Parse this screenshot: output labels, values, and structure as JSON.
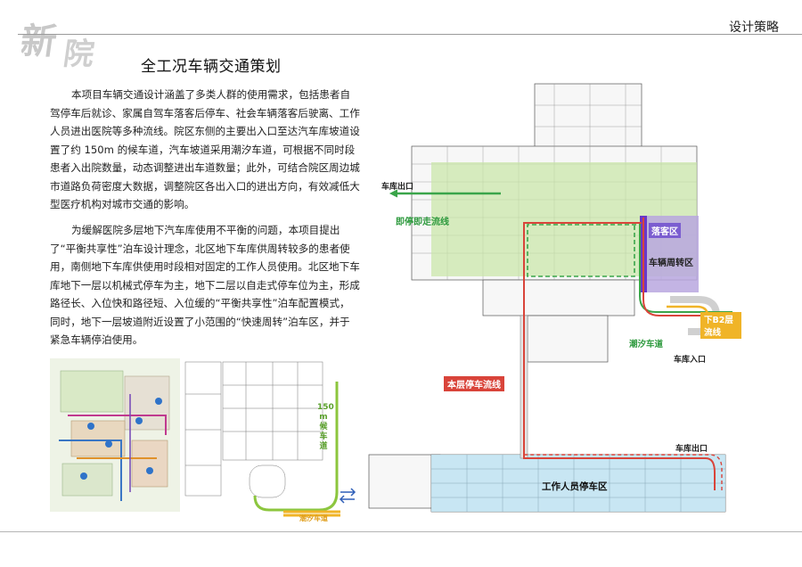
{
  "header": {
    "logo_text": "新院",
    "section_tag": "设计策略"
  },
  "page": {
    "title": "全工况车辆交通策划",
    "paragraph_1": "本项目车辆交通设计涵盖了多类人群的使用需求，包括患者自驾停车后就诊、家属自驾车落客后停车、社会车辆落客后驶离、工作人员进出医院等多种流线。院区东侧的主要出入口至达汽车库坡道设置了约 150m 的候车道，汽车坡道采用潮汐车道，可根据不同时段患者入出院数量，动态调整进出车道数量；此外，可结合院区周边城市道路负荷密度大数据，调整院区各出入口的进出方向，有效减低大型医疗机构对城市交通的影响。",
    "paragraph_2": "为缓解医院多层地下汽车库使用不平衡的问题，本项目提出了“平衡共享性”泊车设计理念，北区地下车库供周转较多的患者使用，南侧地下车库供使用时段相对固定的工作人员使用。北区地下车库地下一层以机械式停车为主，地下二层以自走式停车位为主，形成路径长、入位快和路径短、入位缓的“平衡共享性”泊车配置模式，同时，地下一层坡道附近设置了小范围的“快速周转”泊车区，并于紧急车辆停泊使用。"
  },
  "small_plan": {
    "waiting_lane_label": "150\nm\n候\n车\n道",
    "tidal_lane_label": "潮汐车道"
  },
  "main_plan": {
    "labels": {
      "garage_exit_top": "车库出口",
      "drop_and_go": "即停即走流线",
      "drop_off_zone": "落客区",
      "turnover_zone": "车辆周转区",
      "to_b2": "下B2层流线",
      "tidal_lane": "潮汐车道",
      "garage_entrance": "车库入口",
      "this_level_flow": "本层停车流线",
      "garage_exit_bottom": "车库出口",
      "staff_parking": "工作人员停车区"
    }
  },
  "colors": {
    "green_zone": "#c9e6a8",
    "purple_zone": "#b8a7df",
    "blue_zone": "#bfe3f2",
    "red_flow": "#d9443a",
    "green_flow": "#3aa54a",
    "yellow_flow": "#f0b428"
  }
}
